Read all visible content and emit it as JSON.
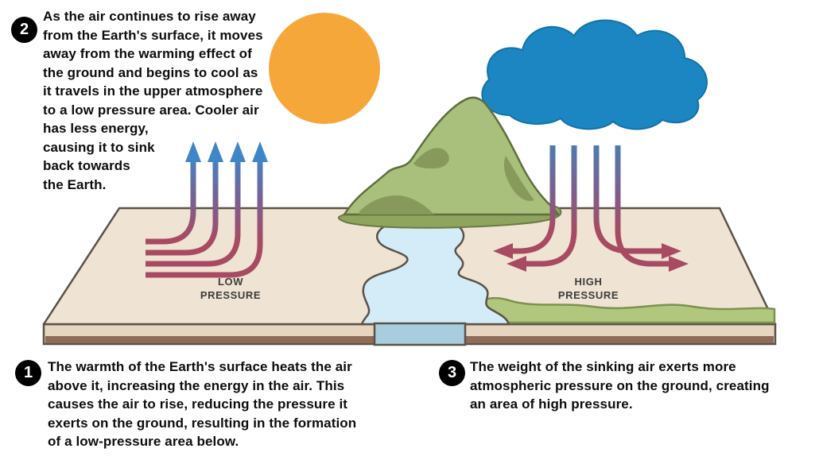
{
  "steps": [
    {
      "number": "2",
      "text": "As the air continues to rise away\nfrom the Earth's surface, it moves\naway from the warming effect of\nthe ground and begins to cool as\nit travels in the upper atmosphere\nto a low pressure area. Cooler air\nhas less energy,\ncausing it to sink\nback towards\nthe Earth."
    },
    {
      "number": "1",
      "text": "The warmth of the Earth's surface heats the air\nabove it, increasing the energy in the air. This\ncauses the air to rise, reducing the pressure it\nexerts on the ground, resulting in the formation\nof a low-pressure area below."
    },
    {
      "number": "3",
      "text": "The weight of the sinking air exerts more\natmospheric pressure on the ground, creating\nan area of high pressure."
    }
  ],
  "labels": {
    "low_pressure": "LOW\nPRESSURE",
    "high_pressure": "HIGH\nPRESSURE"
  },
  "colors": {
    "sun": "#F6A73A",
    "cloud": "#1B86C1",
    "mountain": "#A9BF7C",
    "mountain_shade": "#87995B",
    "ground_top": "#EFE4D3",
    "ground_face": "#E6D6C0",
    "ground_soil": "#8D6C58",
    "grass": "#B2C77E",
    "water": "#D4ECF7",
    "water_face": "#A8CEDE",
    "arrow_warm": "#A84A62",
    "arrow_cool": "#3F86C8",
    "outline": "#5A5248",
    "badge": "#000000"
  }
}
